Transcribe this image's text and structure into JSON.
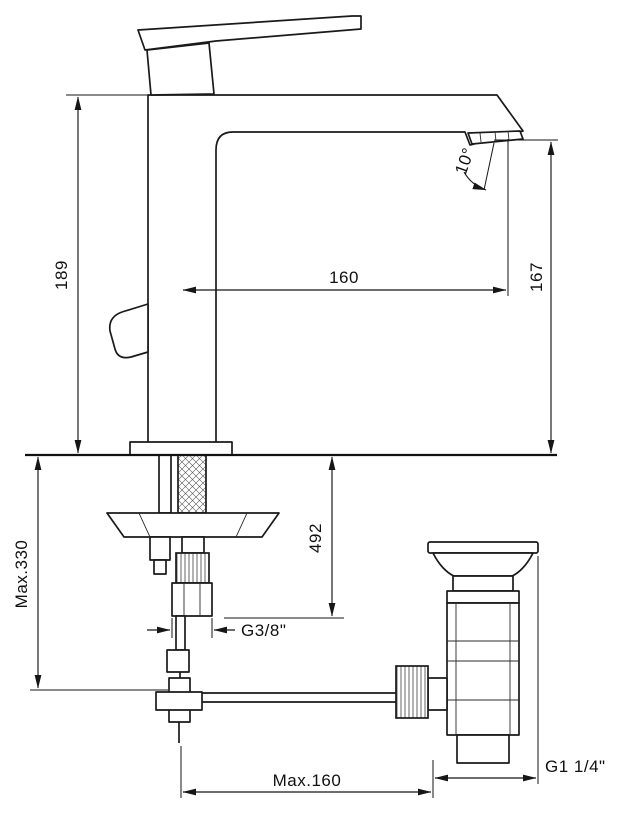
{
  "diagram": {
    "dimensions": {
      "height": "189",
      "reach": "160",
      "outlet_height": "167",
      "angle": "10°",
      "under_counter": "492",
      "max_depth": "Max.330",
      "supply_thread": "G3/8\"",
      "drain_offset": "Max.160",
      "drain_thread": "G1 1/4\""
    }
  }
}
